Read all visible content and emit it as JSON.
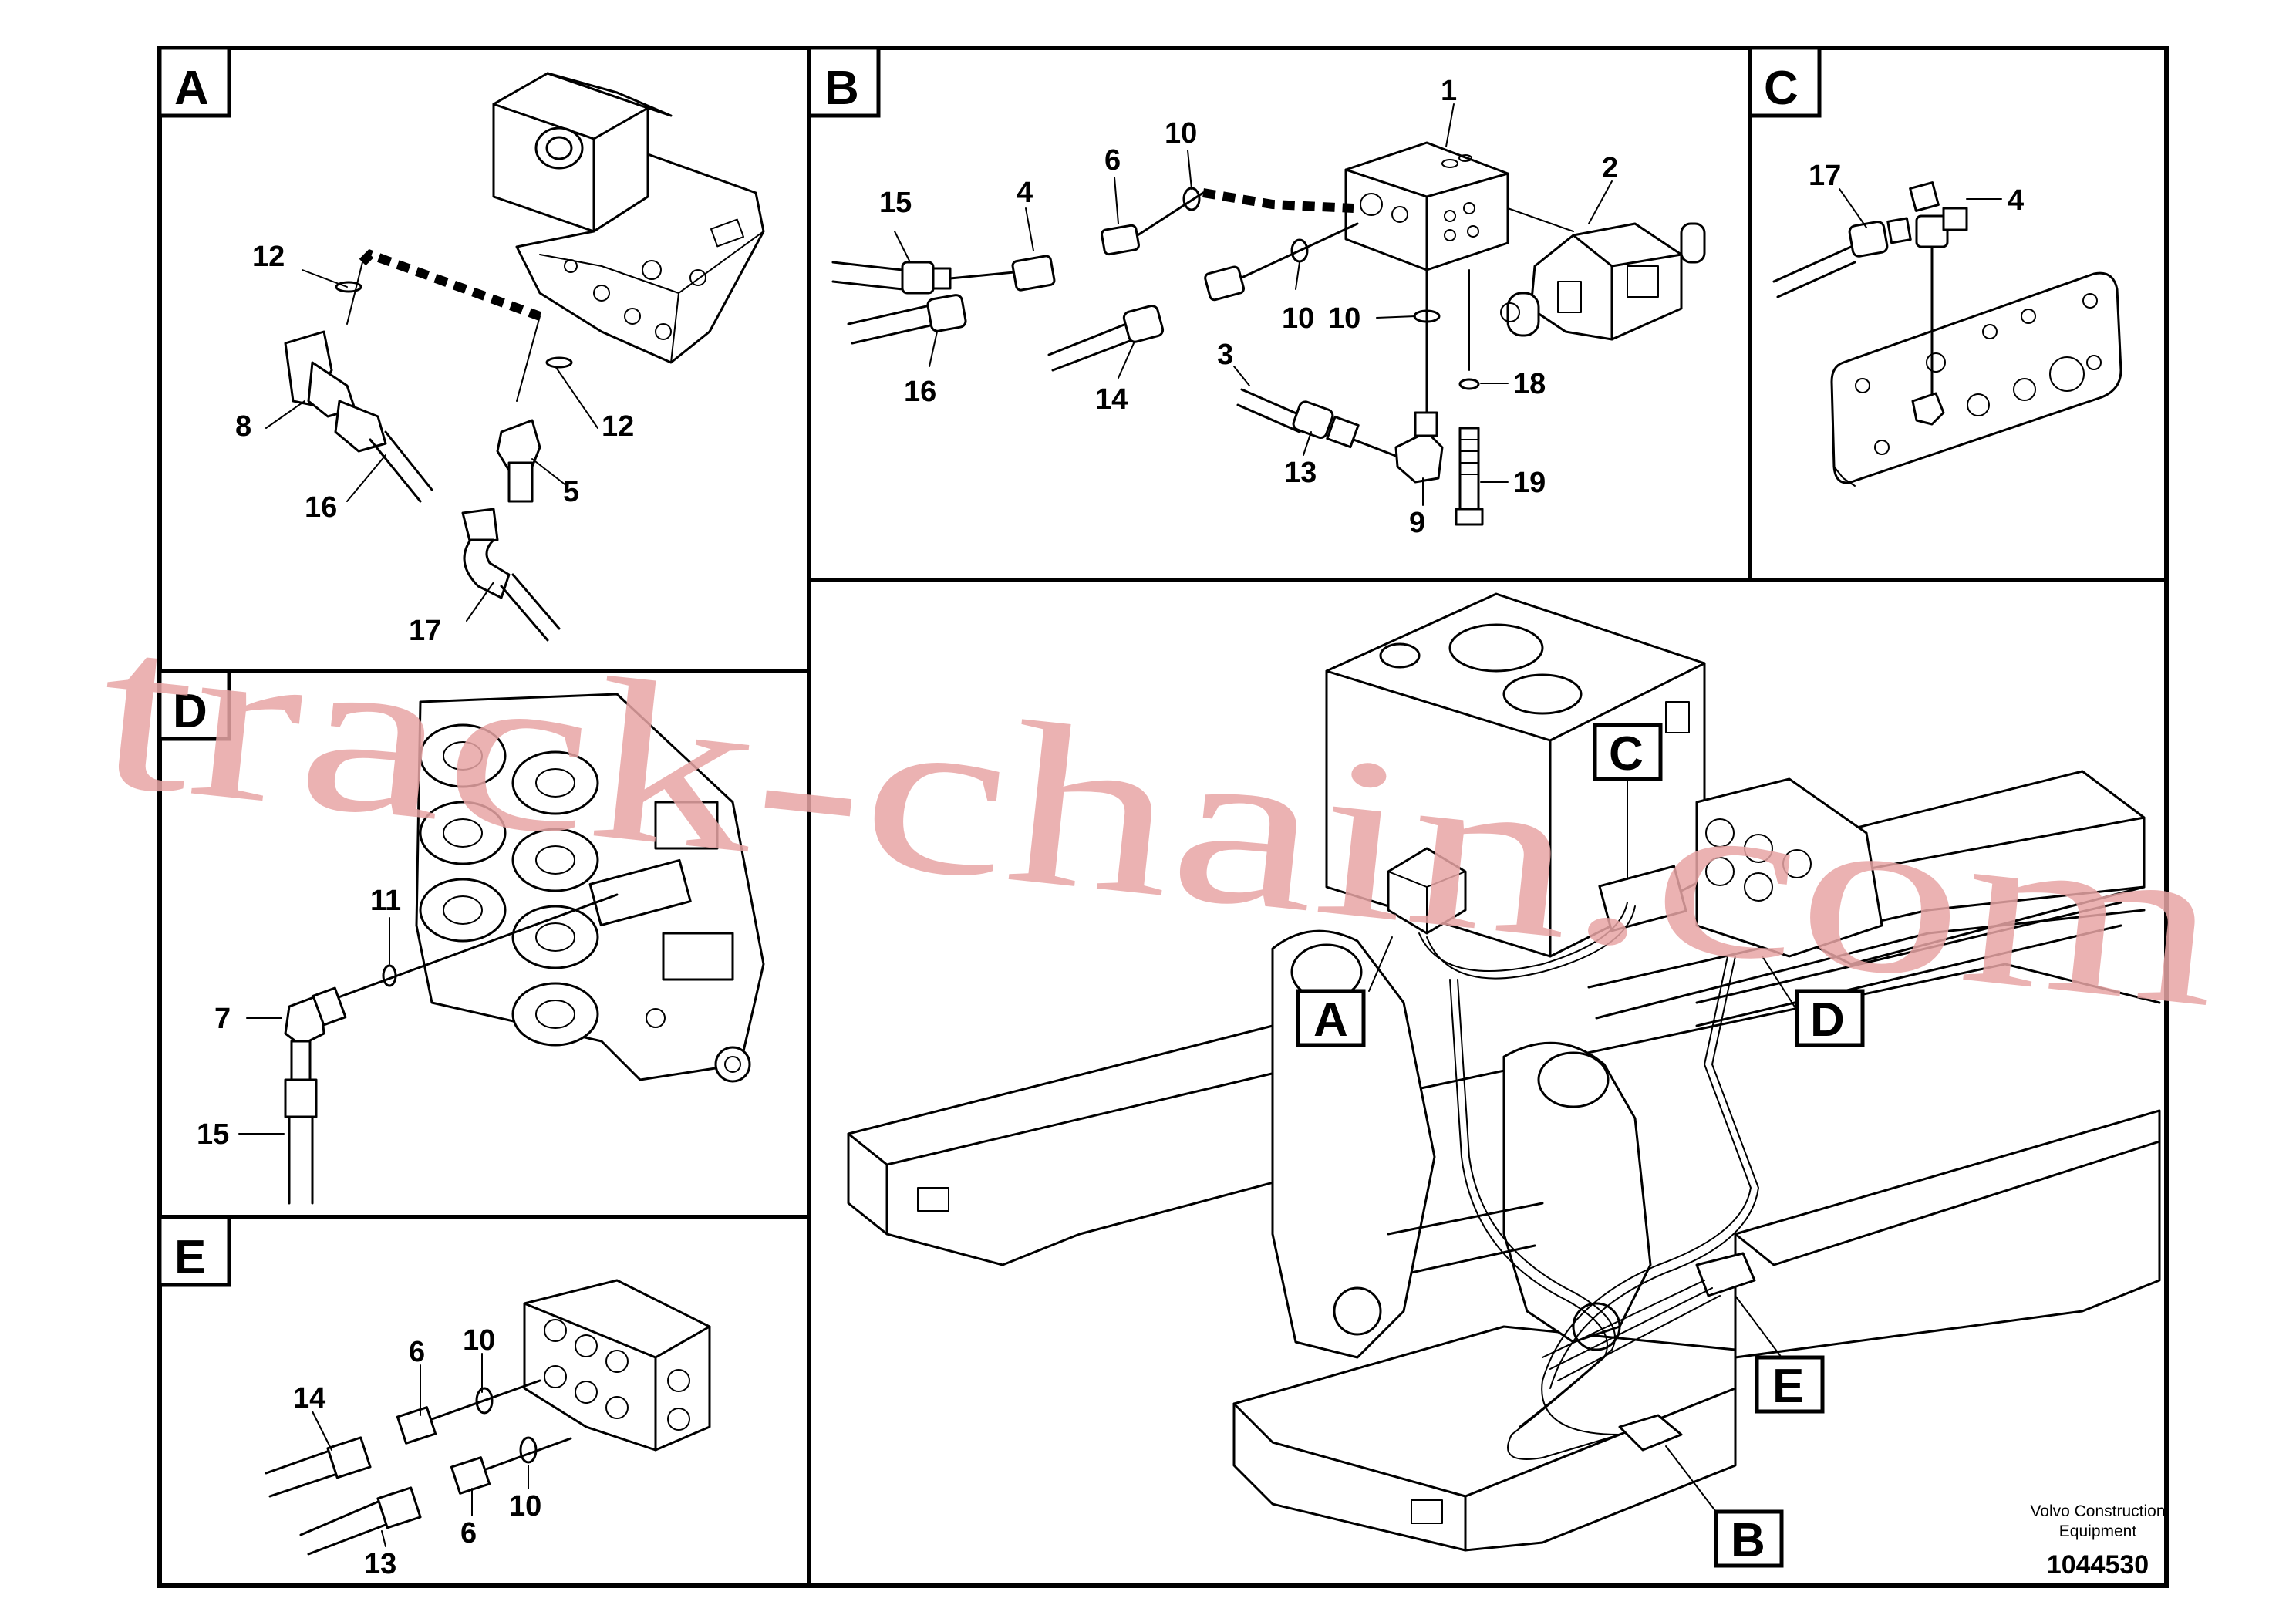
{
  "panels": {
    "A": {
      "label": "A",
      "callouts": [
        "12",
        "12",
        "8",
        "16",
        "5",
        "17"
      ]
    },
    "B": {
      "label": "B",
      "callouts": [
        "1",
        "2",
        "4",
        "6",
        "10",
        "10",
        "10",
        "15",
        "16",
        "14",
        "3",
        "13",
        "9",
        "18",
        "19"
      ]
    },
    "C": {
      "label": "C",
      "callouts": [
        "17",
        "4"
      ]
    },
    "D": {
      "label": "D",
      "callouts": [
        "11",
        "7",
        "15"
      ]
    },
    "E": {
      "label": "E",
      "callouts": [
        "14",
        "6",
        "10",
        "10",
        "6",
        "13"
      ]
    }
  },
  "overview": {
    "tags": [
      "C",
      "A",
      "D",
      "E",
      "B"
    ]
  },
  "watermark": "track-chain.com",
  "footer": {
    "company_line1": "Volvo Construction",
    "company_line2": "Equipment",
    "drawing_number": "1044530"
  }
}
